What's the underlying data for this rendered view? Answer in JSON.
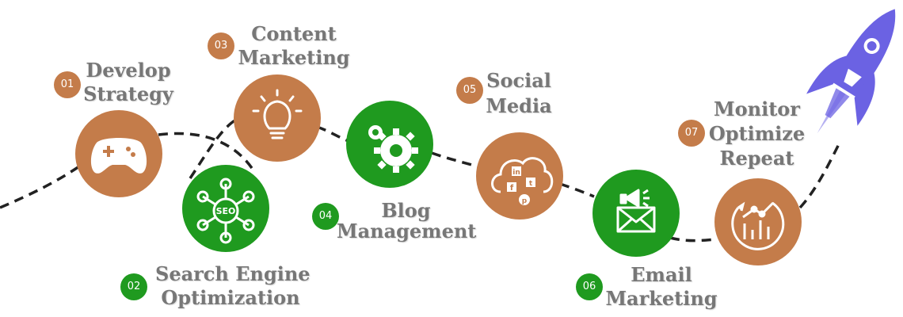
{
  "colors": {
    "brown": "#c47c4a",
    "green": "#1f9a1f",
    "text": "#777777",
    "rocket": "#6b62e3",
    "path": "#222222"
  },
  "steps": [
    {
      "number": "01",
      "title": [
        "Develop",
        "Strategy"
      ],
      "icon": "gamepad-icon",
      "color": "brown"
    },
    {
      "number": "02",
      "title": [
        "Search Engine",
        "Optimization"
      ],
      "icon": "seo-network-icon",
      "color": "green",
      "icon_text": "SEO"
    },
    {
      "number": "03",
      "title": [
        "Content",
        "Marketing"
      ],
      "icon": "lightbulb-icon",
      "color": "brown"
    },
    {
      "number": "04",
      "title": [
        "Blog",
        "Management"
      ],
      "icon": "gears-icon",
      "color": "green"
    },
    {
      "number": "05",
      "title": [
        "Social",
        "Media"
      ],
      "icon": "social-cloud-icon",
      "color": "brown",
      "icon_text": [
        "in",
        "f",
        "t",
        "p"
      ]
    },
    {
      "number": "06",
      "title": [
        "Email",
        "Marketing"
      ],
      "icon": "email-megaphone-icon",
      "color": "green"
    },
    {
      "number": "07",
      "title": [
        "Monitor",
        "Optimize",
        "Repeat"
      ],
      "icon": "analytics-chart-icon",
      "color": "brown"
    }
  ],
  "rocket_icon": "rocket-icon"
}
